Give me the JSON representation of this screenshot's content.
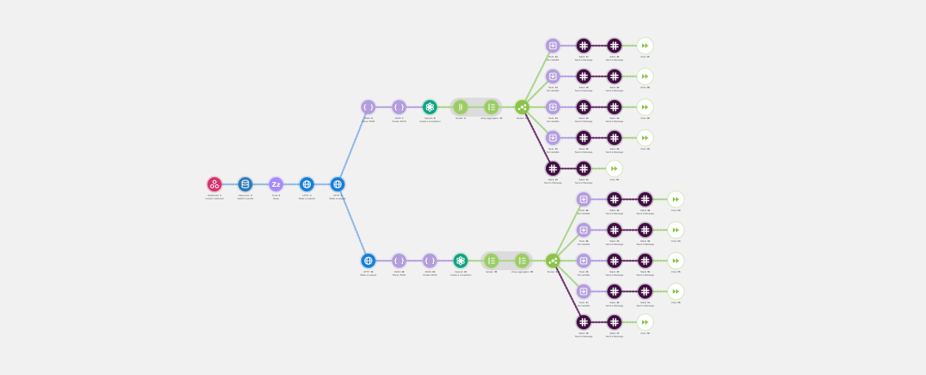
{
  "colors": {
    "webhook": "#d6336c",
    "datastore": "#2d7ab5",
    "sleep": "#a78bfa",
    "http": "#1a7fd6",
    "json": "#b39ddb",
    "openai": "#10a37f",
    "flow": "#9ccc65",
    "router": "#8bc34a",
    "slack": "#3f0e40",
    "passthrough": "#8bc34a",
    "link_blue": "#8fb8e8",
    "link_purple": "#b7a2e0",
    "link_green": "#aad58a",
    "link_dark": "#6b3a6e",
    "group_bg": "#dcdcdc"
  },
  "nodes": [
    {
      "id": "n1",
      "kind": "webhook",
      "icon": "webhook-icon",
      "name": "Webhooks",
      "num": "1",
      "sub": "Custom webhook"
    },
    {
      "id": "n2",
      "kind": "datastore",
      "icon": "database-icon",
      "name": "Data store",
      "num": "2",
      "sub": "Search records"
    },
    {
      "id": "n3",
      "kind": "sleep",
      "icon": "sleep-icon",
      "name": "Tools",
      "num": "3",
      "sub": "Sleep"
    },
    {
      "id": "n4",
      "kind": "http",
      "icon": "globe-icon",
      "name": "HTTP",
      "num": "4",
      "sub": "Make a request"
    },
    {
      "id": "n5",
      "kind": "http",
      "icon": "globe-icon",
      "name": "HTTP",
      "num": "5",
      "sub": "Make a request"
    },
    {
      "id": "a1",
      "kind": "json",
      "icon": "json-icon",
      "name": "JSON",
      "num": "6",
      "sub": "Parse JSON"
    },
    {
      "id": "a2",
      "kind": "json",
      "icon": "json-icon",
      "name": "JSON",
      "num": "7",
      "sub": "Create JSON"
    },
    {
      "id": "a3",
      "kind": "openai",
      "icon": "openai-icon",
      "name": "OpenAI",
      "num": "8",
      "sub": "Create a completion"
    },
    {
      "id": "a4",
      "kind": "flow",
      "icon": "iterator-icon",
      "name": "Iterator",
      "num": "9",
      "sub": ""
    },
    {
      "id": "a5",
      "kind": "flow",
      "icon": "aggregator-icon",
      "name": "Array aggregator",
      "num": "10",
      "sub": ""
    },
    {
      "id": "a6",
      "kind": "router",
      "icon": "router-icon",
      "name": "Router",
      "num": "11",
      "sub": ""
    },
    {
      "id": "ra1",
      "kind": "json",
      "icon": "download-icon",
      "name": "Tools",
      "num": "12",
      "sub": "Set variable"
    },
    {
      "id": "ra2",
      "kind": "json",
      "icon": "download-icon",
      "name": "Tools",
      "num": "13",
      "sub": "Set variable"
    },
    {
      "id": "ra3",
      "kind": "json",
      "icon": "download-icon",
      "name": "Tools",
      "num": "14",
      "sub": "Set variable"
    },
    {
      "id": "ra4",
      "kind": "json",
      "icon": "download-icon",
      "name": "Tools",
      "num": "15",
      "sub": "Set variable"
    },
    {
      "id": "ra5",
      "kind": "slack",
      "icon": "slack-icon",
      "name": "Slack",
      "num": "16",
      "sub": "Send a Message"
    },
    {
      "id": "sa1",
      "kind": "slack",
      "icon": "slack-icon",
      "name": "Slack",
      "num": "17",
      "sub": "Send a Message"
    },
    {
      "id": "sa2",
      "kind": "slack",
      "icon": "slack-icon",
      "name": "Slack",
      "num": "18",
      "sub": "Send a Message"
    },
    {
      "id": "sa3",
      "kind": "slack",
      "icon": "slack-icon",
      "name": "Slack",
      "num": "19",
      "sub": "Send a Message"
    },
    {
      "id": "sa4",
      "kind": "slack",
      "icon": "slack-icon",
      "name": "Slack",
      "num": "20",
      "sub": "Send a Message"
    },
    {
      "id": "sa5",
      "kind": "slack",
      "icon": "slack-icon",
      "name": "Slack",
      "num": "21",
      "sub": "Send a Message"
    },
    {
      "id": "ta1",
      "kind": "slack",
      "icon": "slack-icon",
      "name": "Slack",
      "num": "22",
      "sub": "Send a Message"
    },
    {
      "id": "ta2",
      "kind": "slack",
      "icon": "slack-icon",
      "name": "Slack",
      "num": "23",
      "sub": "Send a Message"
    },
    {
      "id": "ta3",
      "kind": "slack",
      "icon": "slack-icon",
      "name": "Slack",
      "num": "24",
      "sub": "Send a Message"
    },
    {
      "id": "ta4",
      "kind": "slack",
      "icon": "slack-icon",
      "name": "Slack",
      "num": "25",
      "sub": "Send a Message"
    },
    {
      "id": "ta5",
      "kind": "passthrough",
      "icon": "fast-forward-icon",
      "name": "Flow",
      "num": "26",
      "sub": ""
    },
    {
      "id": "ua1",
      "kind": "passthrough",
      "icon": "fast-forward-icon",
      "name": "Flow",
      "num": "27",
      "sub": ""
    },
    {
      "id": "ua2",
      "kind": "passthrough",
      "icon": "fast-forward-icon",
      "name": "Flow",
      "num": "28",
      "sub": ""
    },
    {
      "id": "ua3",
      "kind": "passthrough",
      "icon": "fast-forward-icon",
      "name": "Flow",
      "num": "29",
      "sub": ""
    },
    {
      "id": "ua4",
      "kind": "passthrough",
      "icon": "fast-forward-icon",
      "name": "Flow",
      "num": "30",
      "sub": ""
    },
    {
      "id": "b1",
      "kind": "http",
      "icon": "globe-icon",
      "name": "HTTP",
      "num": "31",
      "sub": "Make a request"
    },
    {
      "id": "b2",
      "kind": "json",
      "icon": "json-icon",
      "name": "JSON",
      "num": "32",
      "sub": "Parse JSON"
    },
    {
      "id": "b3",
      "kind": "json",
      "icon": "json-icon",
      "name": "JSON",
      "num": "33",
      "sub": "Create JSON"
    },
    {
      "id": "b4",
      "kind": "openai",
      "icon": "openai-icon",
      "name": "OpenAI",
      "num": "34",
      "sub": "Create a completion"
    },
    {
      "id": "b5",
      "kind": "flow",
      "icon": "aggregator-icon",
      "name": "Iterator",
      "num": "35",
      "sub": ""
    },
    {
      "id": "b6",
      "kind": "flow",
      "icon": "aggregator-icon",
      "name": "Array aggregator",
      "num": "36",
      "sub": ""
    },
    {
      "id": "b7",
      "kind": "router",
      "icon": "router-icon",
      "name": "Router",
      "num": "37",
      "sub": ""
    },
    {
      "id": "rb1",
      "kind": "json",
      "icon": "download-icon",
      "name": "Tools",
      "num": "38",
      "sub": "Set variable"
    },
    {
      "id": "rb2",
      "kind": "json",
      "icon": "download-icon",
      "name": "Tools",
      "num": "39",
      "sub": "Set variable"
    },
    {
      "id": "rb3",
      "kind": "json",
      "icon": "download-icon",
      "name": "Tools",
      "num": "40",
      "sub": "Set variable"
    },
    {
      "id": "rb4",
      "kind": "json",
      "icon": "download-icon",
      "name": "Tools",
      "num": "41",
      "sub": "Set variable"
    },
    {
      "id": "rb5",
      "kind": "slack",
      "icon": "slack-icon",
      "name": "Slack",
      "num": "42",
      "sub": "Send a Message"
    },
    {
      "id": "sb1",
      "kind": "slack",
      "icon": "slack-icon",
      "name": "Slack",
      "num": "43",
      "sub": "Send a Message"
    },
    {
      "id": "sb2",
      "kind": "slack",
      "icon": "slack-icon",
      "name": "Slack",
      "num": "44",
      "sub": "Send a Message"
    },
    {
      "id": "sb3",
      "kind": "slack",
      "icon": "slack-icon",
      "name": "Slack",
      "num": "45",
      "sub": "Send a Message"
    },
    {
      "id": "sb4",
      "kind": "slack",
      "icon": "slack-icon",
      "name": "Slack",
      "num": "46",
      "sub": "Send a Message"
    },
    {
      "id": "sb5",
      "kind": "slack",
      "icon": "slack-icon",
      "name": "Slack",
      "num": "47",
      "sub": "Send a Message"
    },
    {
      "id": "tb1",
      "kind": "slack",
      "icon": "slack-icon",
      "name": "Slack",
      "num": "48",
      "sub": "Send a Message"
    },
    {
      "id": "tb2",
      "kind": "slack",
      "icon": "slack-icon",
      "name": "Slack",
      "num": "49",
      "sub": "Send a Message"
    },
    {
      "id": "tb3",
      "kind": "slack",
      "icon": "slack-icon",
      "name": "Slack",
      "num": "50",
      "sub": "Send a Message"
    },
    {
      "id": "tb4",
      "kind": "slack",
      "icon": "slack-icon",
      "name": "Slack",
      "num": "51",
      "sub": "Send a Message"
    },
    {
      "id": "tb5",
      "kind": "passthrough",
      "icon": "fast-forward-icon",
      "name": "Flow",
      "num": "52",
      "sub": ""
    },
    {
      "id": "ub1",
      "kind": "passthrough",
      "icon": "fast-forward-icon",
      "name": "Flow",
      "num": "53",
      "sub": ""
    },
    {
      "id": "ub2",
      "kind": "passthrough",
      "icon": "fast-forward-icon",
      "name": "Flow",
      "num": "54",
      "sub": ""
    },
    {
      "id": "ub3",
      "kind": "passthrough",
      "icon": "fast-forward-icon",
      "name": "Flow",
      "num": "55",
      "sub": ""
    },
    {
      "id": "ub4",
      "kind": "passthrough",
      "icon": "fast-forward-icon",
      "name": "Flow",
      "num": "56",
      "sub": ""
    }
  ],
  "links": [
    [
      "n1",
      "n2",
      "blue"
    ],
    [
      "n2",
      "n3",
      "blue"
    ],
    [
      "n3",
      "n4",
      "blue"
    ],
    [
      "n4",
      "n5",
      "blue"
    ],
    [
      "n5",
      "a1",
      "blue"
    ],
    [
      "n5",
      "b1",
      "blue"
    ],
    [
      "a1",
      "a2",
      "purple"
    ],
    [
      "a2",
      "a3",
      "purple"
    ],
    [
      "a3",
      "a4",
      "green"
    ],
    [
      "a4",
      "a5",
      "green"
    ],
    [
      "a5",
      "a6",
      "green"
    ],
    [
      "a6",
      "ra1",
      "green"
    ],
    [
      "a6",
      "ra2",
      "green"
    ],
    [
      "a6",
      "ra3",
      "green"
    ],
    [
      "a6",
      "ra4",
      "green"
    ],
    [
      "a6",
      "ra5",
      "dark"
    ],
    [
      "ra1",
      "sa1",
      "purple"
    ],
    [
      "ra2",
      "sa2",
      "purple"
    ],
    [
      "ra3",
      "sa3",
      "purple"
    ],
    [
      "ra4",
      "sa4",
      "purple"
    ],
    [
      "ra5",
      "sa5",
      "dark"
    ],
    [
      "sa1",
      "ta1",
      "dark"
    ],
    [
      "sa2",
      "ta2",
      "dark"
    ],
    [
      "sa3",
      "ta3",
      "dark"
    ],
    [
      "sa4",
      "ta4",
      "dark"
    ],
    [
      "sa5",
      "ta5",
      "green"
    ],
    [
      "ta1",
      "ua1",
      "green"
    ],
    [
      "ta2",
      "ua2",
      "green"
    ],
    [
      "ta3",
      "ua3",
      "green"
    ],
    [
      "ta4",
      "ua4",
      "green"
    ],
    [
      "b1",
      "b2",
      "purple"
    ],
    [
      "b2",
      "b3",
      "purple"
    ],
    [
      "b3",
      "b4",
      "purple"
    ],
    [
      "b4",
      "b5",
      "green"
    ],
    [
      "b5",
      "b6",
      "green"
    ],
    [
      "b6",
      "b7",
      "green"
    ],
    [
      "b7",
      "rb1",
      "green"
    ],
    [
      "b7",
      "rb2",
      "green"
    ],
    [
      "b7",
      "rb3",
      "green"
    ],
    [
      "b7",
      "rb4",
      "green"
    ],
    [
      "b7",
      "rb5",
      "dark"
    ],
    [
      "rb1",
      "sb1",
      "purple"
    ],
    [
      "rb2",
      "sb2",
      "purple"
    ],
    [
      "rb3",
      "sb3",
      "purple"
    ],
    [
      "rb4",
      "sb4",
      "purple"
    ],
    [
      "rb5",
      "sb5",
      "dark"
    ],
    [
      "sb1",
      "tb1",
      "dark"
    ],
    [
      "sb2",
      "tb2",
      "dark"
    ],
    [
      "sb3",
      "tb3",
      "dark"
    ],
    [
      "sb4",
      "tb4",
      "dark"
    ],
    [
      "sb5",
      "tb5",
      "green"
    ],
    [
      "tb1",
      "ub1",
      "green"
    ],
    [
      "tb2",
      "ub2",
      "green"
    ],
    [
      "tb3",
      "ub3",
      "green"
    ],
    [
      "tb4",
      "ub4",
      "green"
    ]
  ],
  "groups": [
    [
      "a4",
      "a5"
    ],
    [
      "b5",
      "b6"
    ]
  ]
}
